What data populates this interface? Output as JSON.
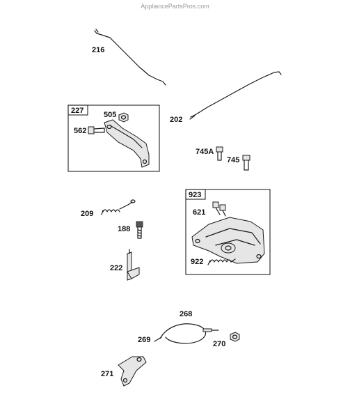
{
  "watermark": "AppliancePartsPros.com",
  "group_boxes": [
    {
      "id": "227"
    },
    {
      "id": "923"
    }
  ],
  "part_labels": [
    {
      "id": "216"
    },
    {
      "id": "202"
    },
    {
      "id": "505"
    },
    {
      "id": "562"
    },
    {
      "id": "745A"
    },
    {
      "id": "745"
    },
    {
      "id": "209"
    },
    {
      "id": "188"
    },
    {
      "id": "222"
    },
    {
      "id": "621"
    },
    {
      "id": "922"
    },
    {
      "id": "268"
    },
    {
      "id": "269"
    },
    {
      "id": "270"
    },
    {
      "id": "271"
    }
  ]
}
